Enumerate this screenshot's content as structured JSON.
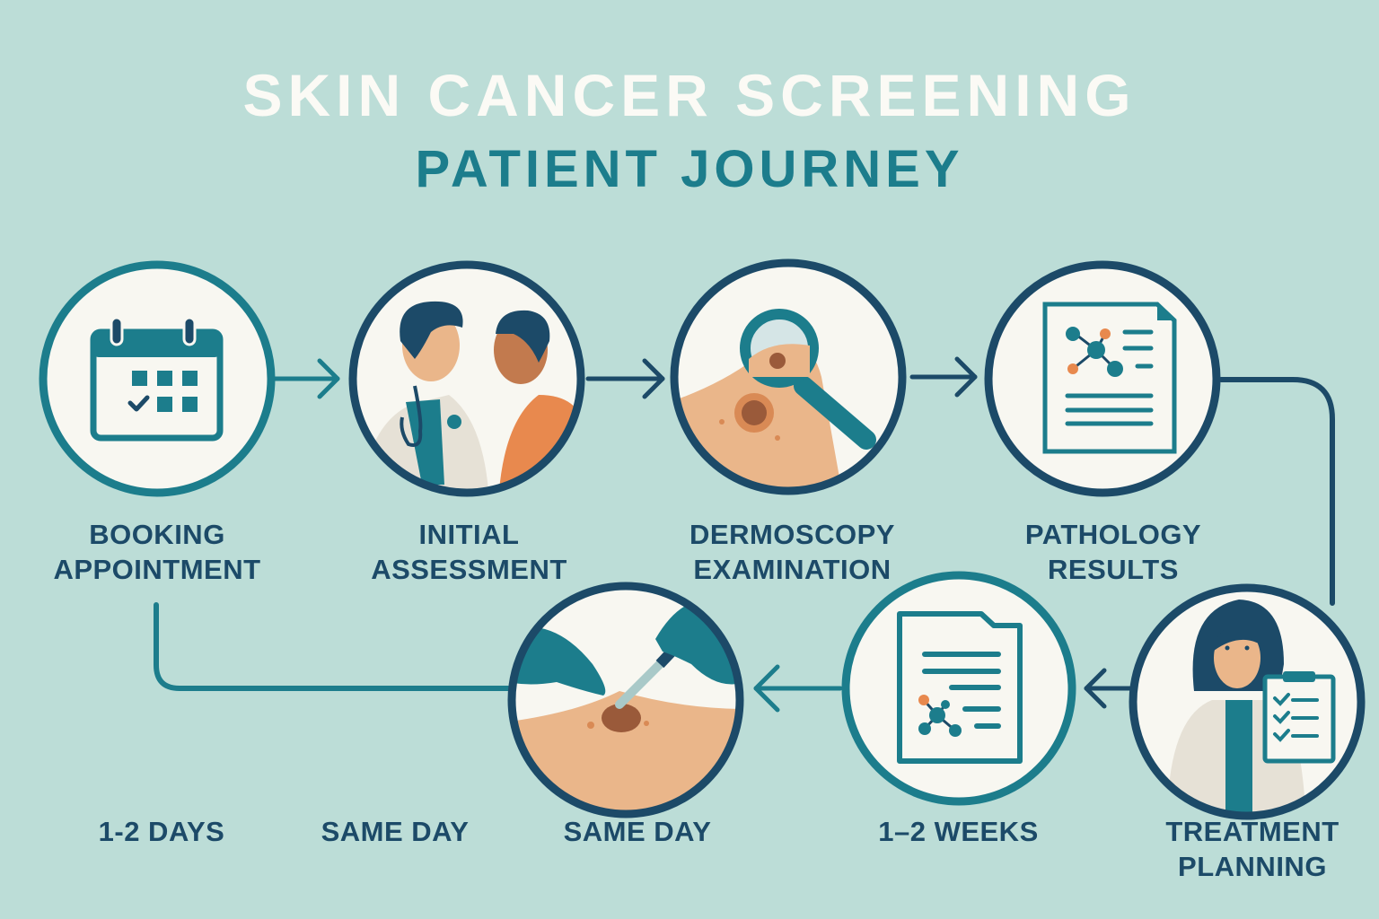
{
  "header": {
    "title": "SKIN CANCER SCREENING",
    "subtitle": "PATIENT JOURNEY"
  },
  "colors": {
    "background": "#bcddd7",
    "teal": "#1c7d8c",
    "navy": "#1c4a68",
    "circle_fill": "#f8f7f1",
    "skin": "#eab68a",
    "orange": "#e8894e",
    "mole": "#9a5a3a"
  },
  "steps": [
    {
      "id": "booking",
      "line1": "BOOKING",
      "line2": "APPOINTMENT",
      "icon": "calendar-icon"
    },
    {
      "id": "assessment",
      "line1": "INITIAL",
      "line2": "ASSESSMENT",
      "icon": "doctor-patient-icon"
    },
    {
      "id": "dermoscopy",
      "line1": "DERMOSCOPY",
      "line2": "EXAMINATION",
      "icon": "magnifier-skin-icon"
    },
    {
      "id": "pathology",
      "line1": "PATHOLOGY",
      "line2": "RESULTS",
      "icon": "report-document-icon"
    },
    {
      "id": "treatment",
      "line1": "TREATMENT",
      "line2": "PLANNING",
      "icon": "doctor-clipboard-icon"
    },
    {
      "id": "report",
      "icon": "lab-report-icon"
    },
    {
      "id": "biopsy",
      "icon": "biopsy-scalpel-icon"
    }
  ],
  "durations": [
    "1-2 DAYS",
    "SAME DAY",
    "SAME DAY",
    "1–2 WEEKS"
  ]
}
